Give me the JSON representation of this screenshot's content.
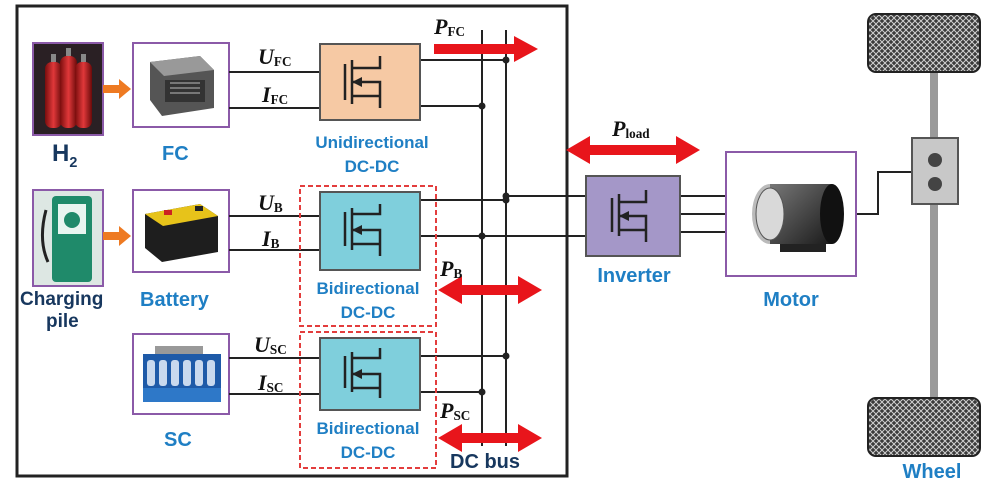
{
  "sources": {
    "h2": {
      "main": "H",
      "sub": "2"
    },
    "fc": "FC",
    "charging_pile_line1": "Charging",
    "charging_pile_line2": "pile",
    "battery": "Battery",
    "sc": "SC"
  },
  "converters": {
    "unidirectional_line1": "Unidirectional",
    "unidirectional_line2": "DC-DC",
    "bidirectional_b_line1": "Bidirectional",
    "bidirectional_b_line2": "DC-DC",
    "bidirectional_sc_line1": "Bidirectional",
    "bidirectional_sc_line2": "DC-DC"
  },
  "signals": {
    "u_fc": {
      "main": "U",
      "sub": "FC"
    },
    "i_fc": {
      "main": "I",
      "sub": "FC"
    },
    "u_b": {
      "main": "U",
      "sub": "B"
    },
    "i_b": {
      "main": "I",
      "sub": "B"
    },
    "u_sc": {
      "main": "U",
      "sub": "SC"
    },
    "i_sc": {
      "main": "I",
      "sub": "SC"
    }
  },
  "powers": {
    "p_fc": {
      "main": "P",
      "sub": "FC"
    },
    "p_b": {
      "main": "P",
      "sub": "B"
    },
    "p_sc": {
      "main": "P",
      "sub": "SC"
    },
    "p_load": {
      "main": "P",
      "sub": "load"
    }
  },
  "bus": "DC bus",
  "inverter": "Inverter",
  "motor": "Motor",
  "wheel": "Wheel",
  "colors": {
    "label_blue": "#1f7fc4",
    "label_navy": "#17375e",
    "arrow_red": "#e8151b",
    "orange_arrow": "#ee7a22",
    "purple_border": "#8b5aa8",
    "unidirectional_fill": "#f6c9a4",
    "bidirectional_fill": "#7fcfdc",
    "inverter_fill": "#a497c8",
    "dashed_red": "#e33d3d"
  }
}
